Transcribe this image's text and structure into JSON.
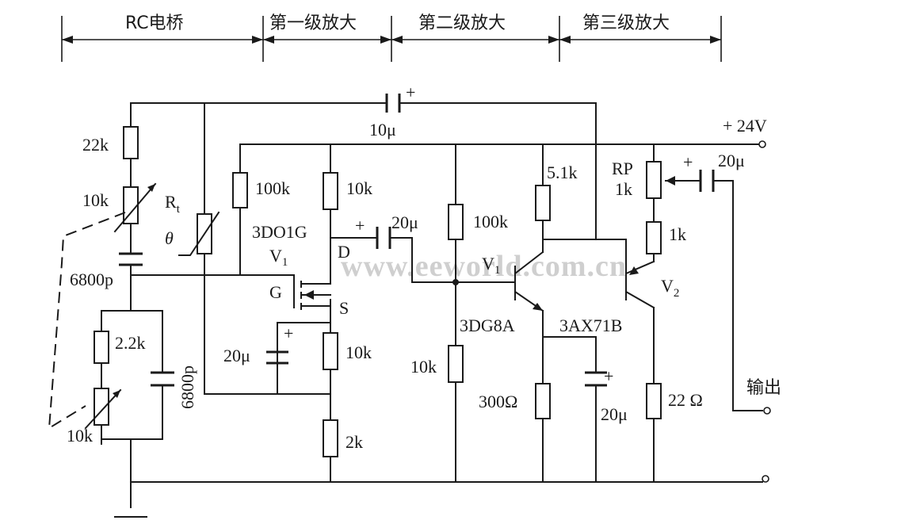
{
  "sections": [
    {
      "id": "rc",
      "label": "RC电桥"
    },
    {
      "id": "stage1",
      "label": "第一级放大"
    },
    {
      "id": "stage2",
      "label": "第二级放大"
    },
    {
      "id": "stage3",
      "label": "第三级放大"
    }
  ],
  "watermark": "www.eeworld.com.cn",
  "labels": {
    "r_22k": "22k",
    "r_10k_bridge": "10k",
    "rt_r": "R",
    "rt_sub": "t",
    "theta": "θ",
    "c_6800p_series": "6800p",
    "r_2_2k": "2.2k",
    "c_6800p_shunt": "6800p",
    "r_10k_var": "10k",
    "c_10u_fb": "10μ",
    "c_10u_plus": "+",
    "r_100k_gate": "100k",
    "r_10k_drain": "10k",
    "fet_type": "3DO1G",
    "fet_v": "V",
    "fet_v_sub": "1",
    "fet_d": "D",
    "fet_g": "G",
    "fet_s": "S",
    "c_20u_couple1": "20μ",
    "c_20u_couple1_plus": "+",
    "c_20u_source": "20μ",
    "c_20u_source_plus": "+",
    "r_10k_source": "10k",
    "r_2k": "2k",
    "r_100k_base": "100k",
    "r_10k_base": "10k",
    "r_5_1k": "5.1k",
    "q1_v": "V",
    "q1_sub": "1",
    "q1_type": "3DG8A",
    "r_300": "300Ω",
    "c_20u_emitter": "20μ",
    "c_20u_emitter_plus": "+",
    "q2_v": "V",
    "q2_sub": "2",
    "q2_type": "3AX71B",
    "rp_label": "RP",
    "rp_value": "1k",
    "r_1k": "1k",
    "r_22": "22 Ω",
    "c_20u_out": "20μ",
    "c_20u_out_plus": "+",
    "supply": "+ 24V",
    "output": "输出"
  }
}
